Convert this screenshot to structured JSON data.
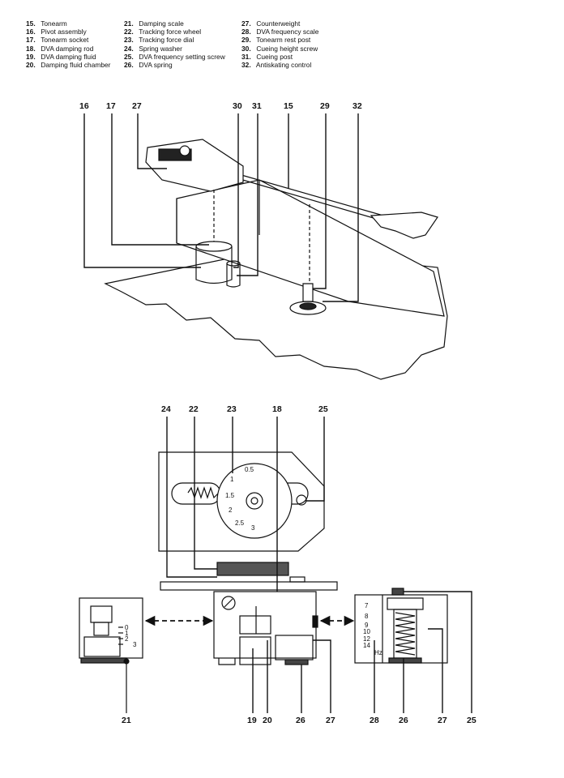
{
  "legend": [
    [
      {
        "num": "15.",
        "label": "Tonearm"
      },
      {
        "num": "16.",
        "label": "Pivot assembly"
      },
      {
        "num": "17.",
        "label": "Tonearm socket"
      },
      {
        "num": "18.",
        "label": "DVA damping rod"
      },
      {
        "num": "19.",
        "label": "DVA damping fluid"
      },
      {
        "num": "20.",
        "label": "Damping fluid chamber"
      }
    ],
    [
      {
        "num": "21.",
        "label": "Damping scale"
      },
      {
        "num": "22.",
        "label": "Tracking force wheel"
      },
      {
        "num": "23.",
        "label": "Tracking force dial"
      },
      {
        "num": "24.",
        "label": "Spring washer"
      },
      {
        "num": "25.",
        "label": "DVA frequency setting screw"
      },
      {
        "num": "26.",
        "label": "DVA spring"
      }
    ],
    [
      {
        "num": "27.",
        "label": "Counterweight"
      },
      {
        "num": "28.",
        "label": "DVA frequency scale"
      },
      {
        "num": "29.",
        "label": "Tonearm rest post"
      },
      {
        "num": "30.",
        "label": "Cueing height screw"
      },
      {
        "num": "31.",
        "label": "Cueing post"
      },
      {
        "num": "32.",
        "label": "Antiskating control"
      }
    ]
  ],
  "top_callouts": {
    "c16": "16",
    "c17": "17",
    "c27": "27",
    "c30": "30",
    "c31": "31",
    "c15": "15",
    "c29": "29",
    "c32": "32"
  },
  "mid_callouts": {
    "c24": "24",
    "c22": "22",
    "c23": "23",
    "c18": "18",
    "c25": "25"
  },
  "bottom_callouts": {
    "c21": "21",
    "c19": "19",
    "c20": "20",
    "c26a": "26",
    "c27a": "27",
    "c28": "28",
    "c26b": "26",
    "c27b": "27",
    "c25b": "25"
  },
  "dial_scale": {
    "t1": "0.5",
    "t2": "1",
    "t3": "1.5",
    "t4": "2",
    "t5": "2.5",
    "t6": "3"
  },
  "damping_scale": {
    "s0": "0",
    "s1": "1",
    "s2": "2",
    "s3": "3"
  },
  "freq_scale": {
    "f1": "7",
    "f2": "8",
    "f3": "9",
    "f4": "10",
    "f5": "12",
    "f6": "14",
    "unit": "Hz"
  }
}
